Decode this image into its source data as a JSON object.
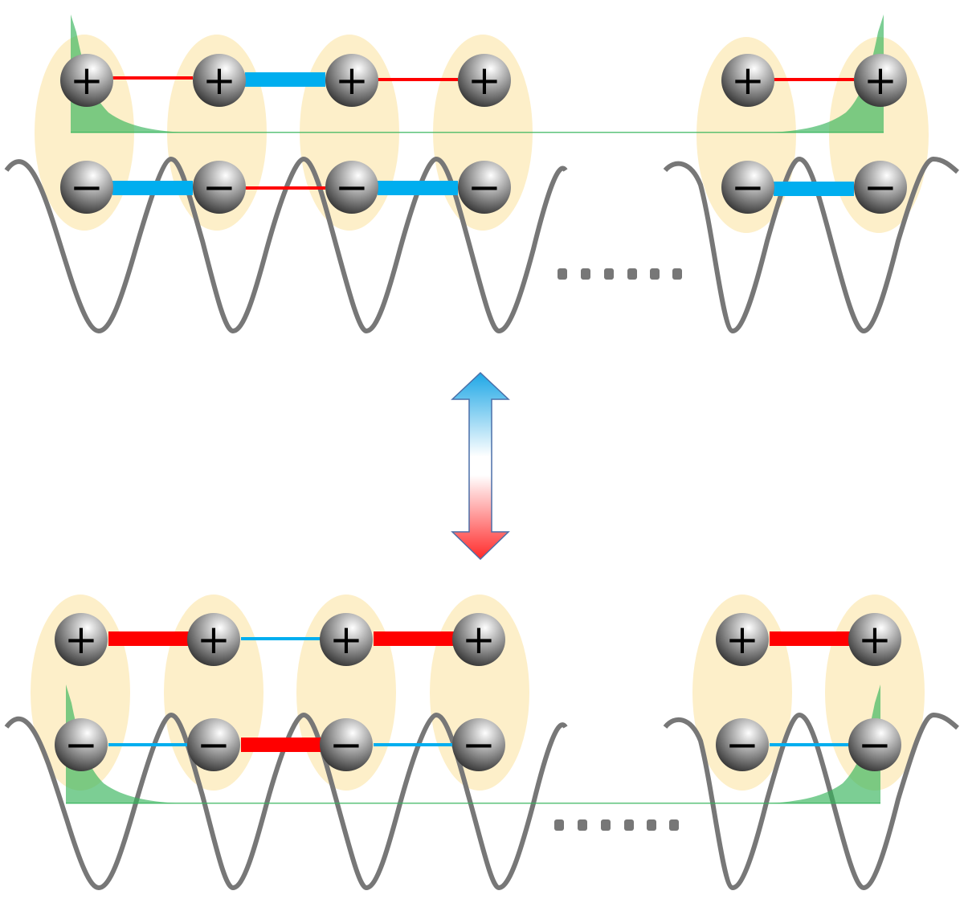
{
  "panels": [
    {
      "id": "top",
      "upper_row_sign": "+",
      "lower_row_sign": "−",
      "upper_bonds": [
        "weak-red",
        "strong-blue",
        "weak-red"
      ],
      "lower_bonds": [
        "strong-blue",
        "weak-red",
        "strong-blue"
      ],
      "right_upper_bond": "weak-red",
      "right_lower_bond": "strong-blue",
      "edge_state_row": "upper",
      "ellipsis": "......"
    },
    {
      "id": "bottom",
      "upper_row_sign": "+",
      "lower_row_sign": "−",
      "upper_bonds": [
        "strong-red",
        "weak-blue",
        "strong-red"
      ],
      "lower_bonds": [
        "weak-blue",
        "strong-red",
        "weak-blue"
      ],
      "right_upper_bond": "strong-red",
      "right_lower_bond": "weak-blue",
      "edge_state_row": "lower",
      "ellipsis": "......"
    }
  ],
  "arrow": {
    "type": "double-headed",
    "top_color": "#1ea7e6",
    "bottom_color": "#ff2a2a"
  },
  "colors": {
    "red_bond": "#ff0000",
    "blue_bond": "#00aeef",
    "ellipse_fill": "#fdefc9",
    "edge_state": "#35b45a",
    "wave": "#777777",
    "ellipsis_dots": "#777777"
  }
}
